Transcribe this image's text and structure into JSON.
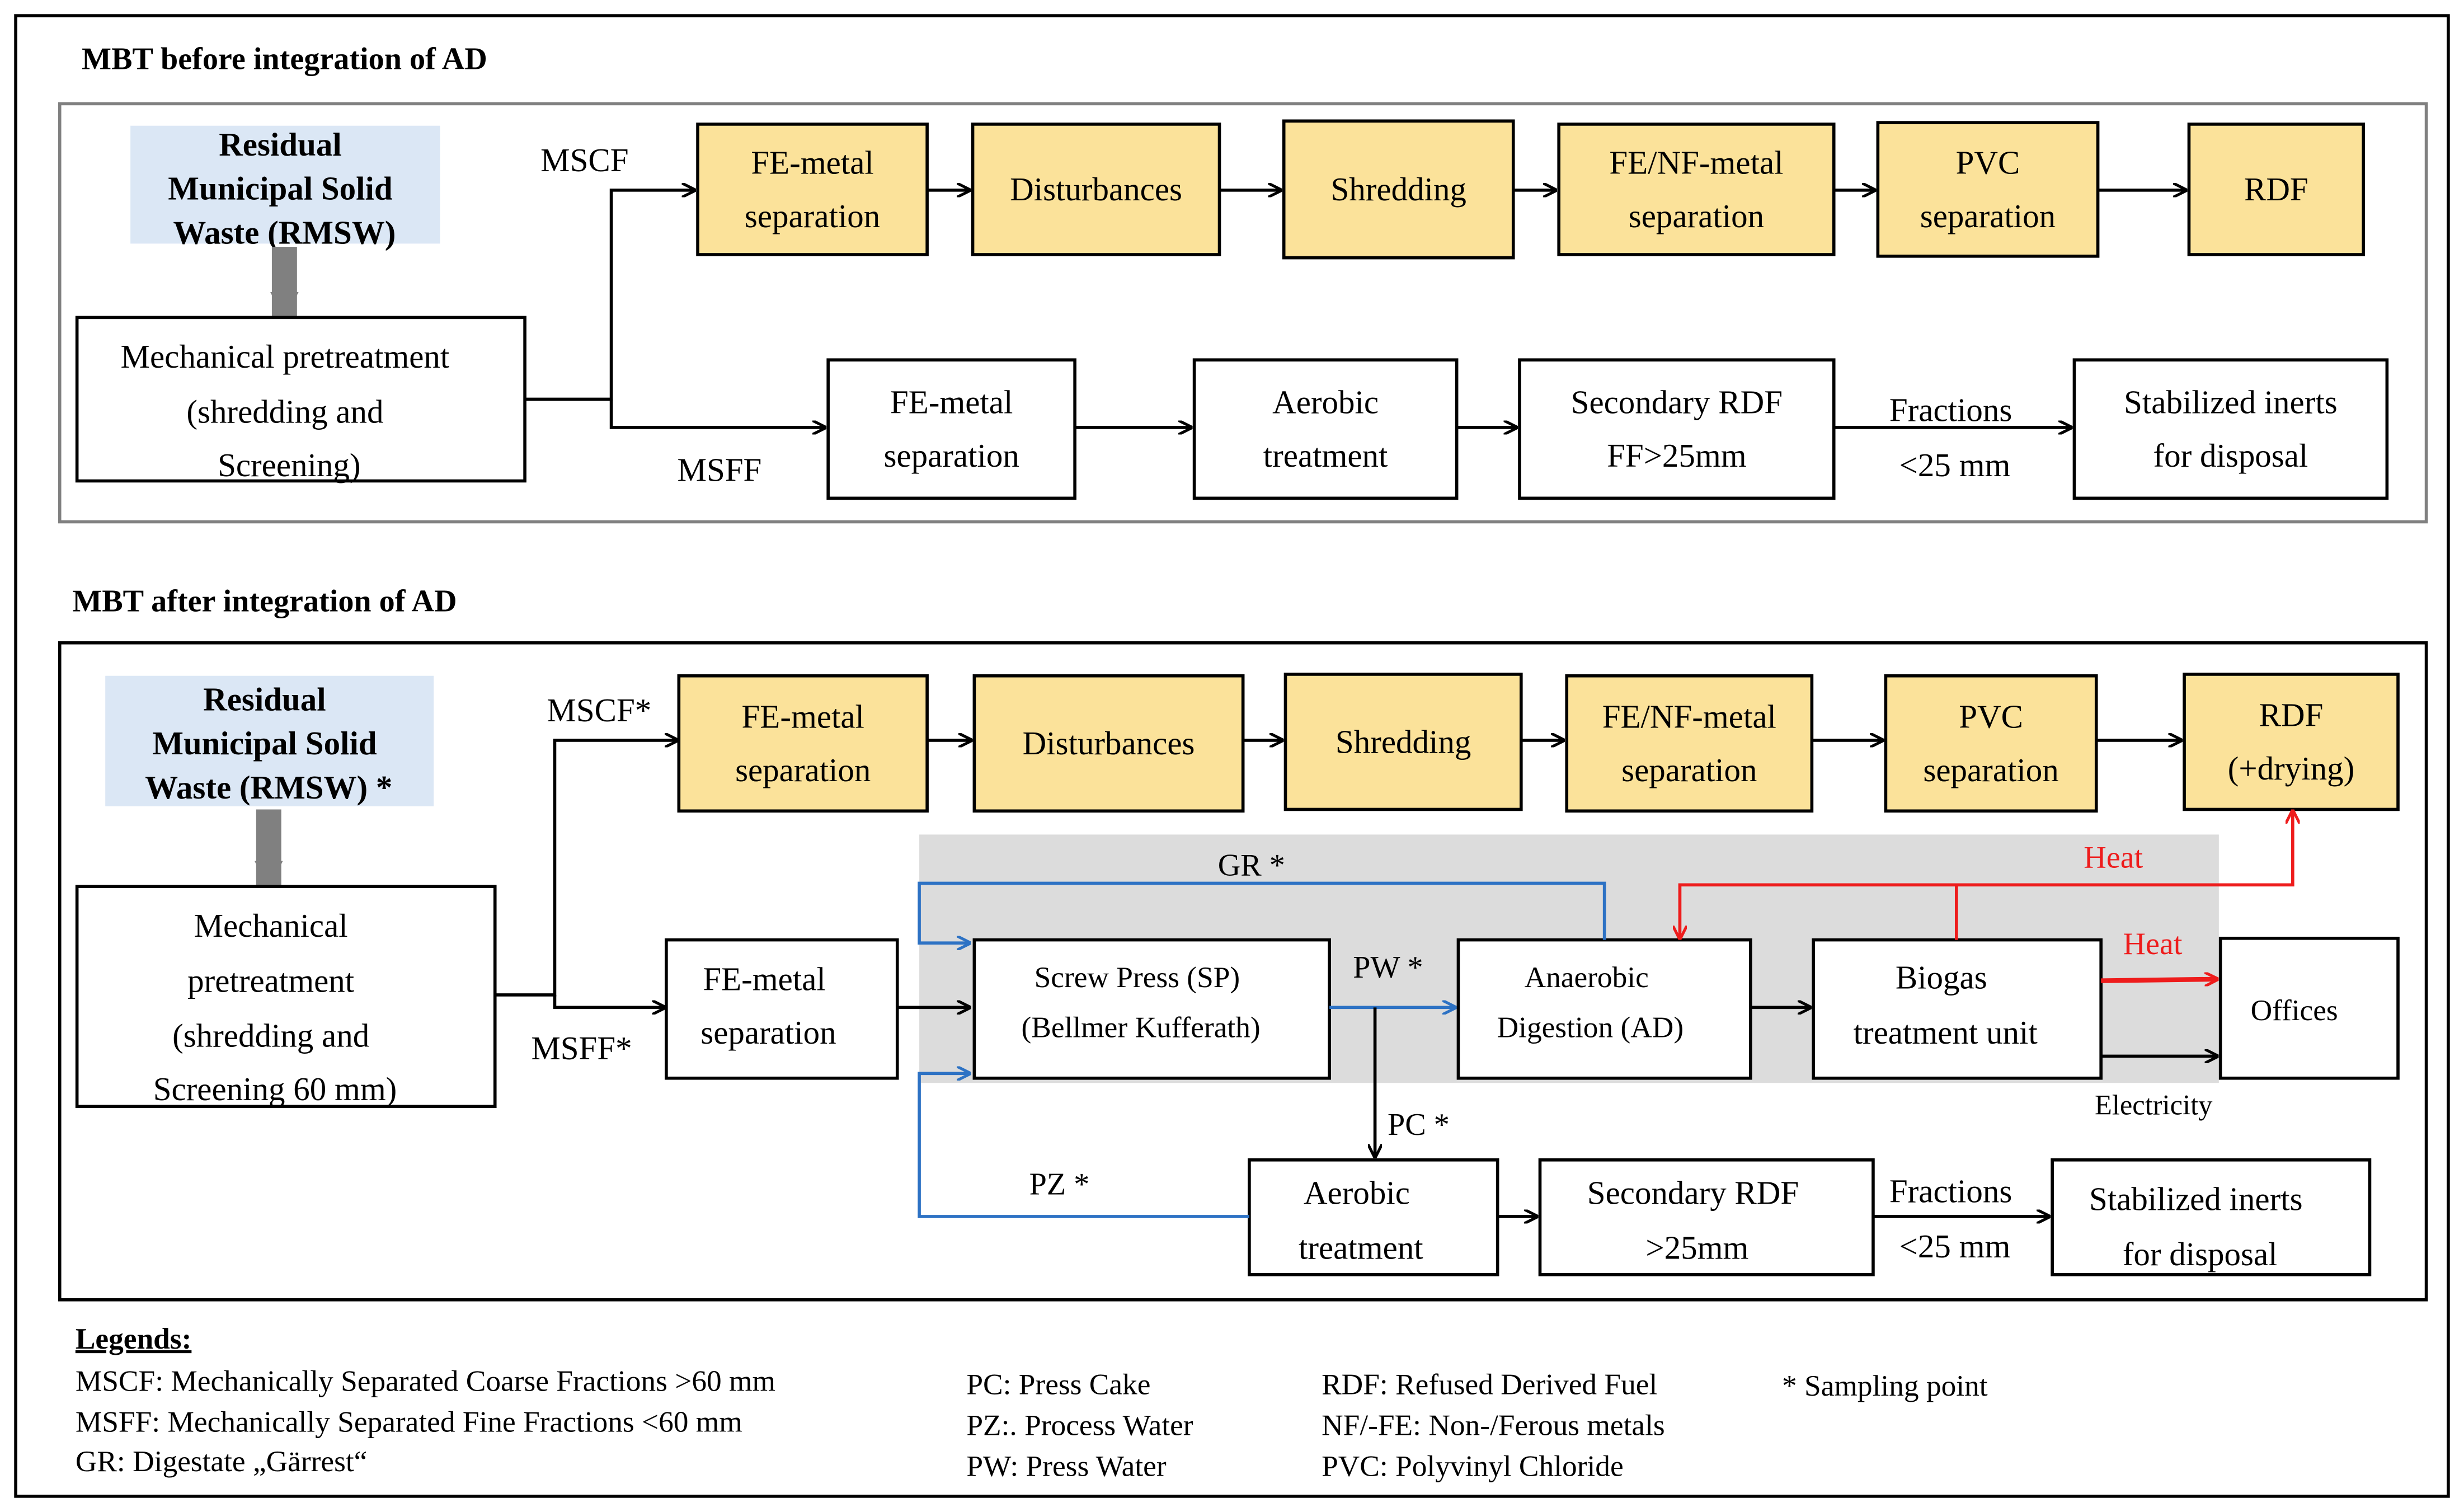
{
  "colors": {
    "box_yellow": "#fbe29a",
    "input_blue": "#dbe7f5",
    "shaded_region": "#dcdcdc",
    "water_flow_blue": "#2d72c4",
    "heat_red": "#ee1c1c"
  },
  "top": {
    "title": "MBT before integration of AD",
    "input": [
      "Residual",
      "Municipal Solid",
      "Waste (RMSW)"
    ],
    "mech": [
      "Mechanical pretreatment",
      "(shredding and",
      "Screening)"
    ],
    "mscf_label": "MSCF",
    "msff_label": "MSFF",
    "coarse_chain": [
      [
        "FE-metal",
        "separation"
      ],
      [
        "Disturbances"
      ],
      [
        "Shredding"
      ],
      [
        "FE/NF-metal",
        "separation"
      ],
      [
        "PVC",
        "separation"
      ],
      [
        "RDF"
      ]
    ],
    "fine_chain": [
      [
        "FE-metal",
        "separation"
      ],
      [
        "Aerobic",
        "treatment"
      ],
      [
        "Secondary RDF",
        "FF>25mm"
      ],
      [
        "Stabilized inerts",
        "for disposal"
      ]
    ],
    "fractions": [
      "Fractions",
      "<25 mm"
    ]
  },
  "bottom": {
    "title": "MBT after integration of AD",
    "input": [
      "Residual",
      "Municipal Solid",
      "Waste (RMSW) *"
    ],
    "mech": [
      "Mechanical",
      "pretreatment",
      "(shredding and",
      "Screening 60 mm)"
    ],
    "mscf_label": "MSCF*",
    "msff_label": "MSFF*",
    "coarse_chain": [
      [
        "FE-metal",
        "separation"
      ],
      [
        "Disturbances"
      ],
      [
        "Shredding"
      ],
      [
        "FE/NF-metal",
        "separation"
      ],
      [
        "PVC",
        "separation"
      ],
      [
        "RDF",
        "(+drying)"
      ]
    ],
    "fe_metal": [
      "FE-metal",
      "separation"
    ],
    "screw_press": [
      "Screw Press (SP)",
      "(Bellmer Kufferath)"
    ],
    "ad": [
      "Anaerobic",
      "Digestion (AD)"
    ],
    "biogas": [
      "Biogas",
      "treatment unit"
    ],
    "offices": "Offices",
    "aerobic": [
      "Aerobic",
      "treatment"
    ],
    "secondary_rdf": [
      "Secondary RDF",
      ">25mm"
    ],
    "fractions": [
      "Fractions",
      "<25 mm"
    ],
    "inerts": [
      "Stabilized inerts",
      "for disposal"
    ],
    "gr_label": "GR *",
    "pw_label": "PW *",
    "pc_label": "PC *",
    "pz_label": "PZ *",
    "heat_label_1": "Heat",
    "heat_label_2": "Heat",
    "electricity_label": "Electricity"
  },
  "legend": {
    "title": "Legends:",
    "col1": [
      "MSCF: Mechanically  Separated Coarse Fractions >60 mm",
      "MSFF: Mechanically Separated Fine Fractions <60 mm",
      "GR: Digestate „Gärrest“"
    ],
    "col2": [
      "PC: Press Cake",
      "PZ:. Process Water",
      "PW: Press Water"
    ],
    "col3": [
      "RDF: Refused Derived Fuel",
      "NF/-FE: Non-/Ferous metals",
      "PVC: Polyvinyl Chloride"
    ],
    "col4": [
      "* Sampling point"
    ]
  }
}
